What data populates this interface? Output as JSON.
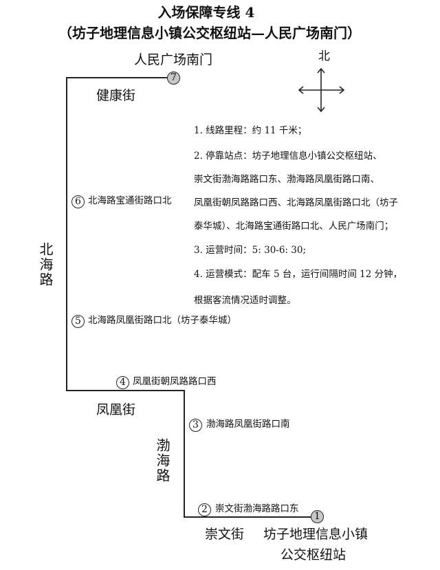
{
  "title": {
    "line1": "入场保障专线 4",
    "line2": "（坊子地理信息小镇公交枢纽站—人民广场南门）"
  },
  "compass": {
    "label": "北",
    "icon": "compass-cross-arrows"
  },
  "streets": {
    "jiankang": "健康街",
    "beihai": "北海路",
    "fenghuang": "凤凰街",
    "bohai": "渤海路",
    "chongwen": "崇文街"
  },
  "terminal_end": "人民广场南门",
  "terminal_start": {
    "line1": "坊子地理信息小镇",
    "line2": "公交枢纽站"
  },
  "stops": [
    {
      "num": "1",
      "label": ""
    },
    {
      "num": "2",
      "label": "崇文街渤海路路口东"
    },
    {
      "num": "3",
      "label": "渤海路凤凰街路口南"
    },
    {
      "num": "4",
      "label": "凤凰街朝凤路路口西"
    },
    {
      "num": "5",
      "label": "北海路凤凰街路口北（坊子泰华城）"
    },
    {
      "num": "6",
      "label": "北海路宝通街路口北"
    },
    {
      "num": "7",
      "label": ""
    }
  ],
  "info": [
    "1. 线路里程：约 11 千米；",
    "2. 停靠站点：坊子地理信息小镇公交枢纽站、",
    "崇文街渤海路路口东、渤海路凤凰街路口南、",
    "凤凰街朝凤路路口西、北海路凤凰街路口北（坊子",
    "泰华城）、北海路宝通街路口北、人民广场南门；",
    "3. 运营时间：5: 30-6: 30;",
    "4. 运营模式：配车 5 台，运行间隔时间 12 分钟，",
    "根据客流情况适时调整。"
  ],
  "colors": {
    "line": "#222222",
    "terminal_fill": "#c8c8c8"
  }
}
